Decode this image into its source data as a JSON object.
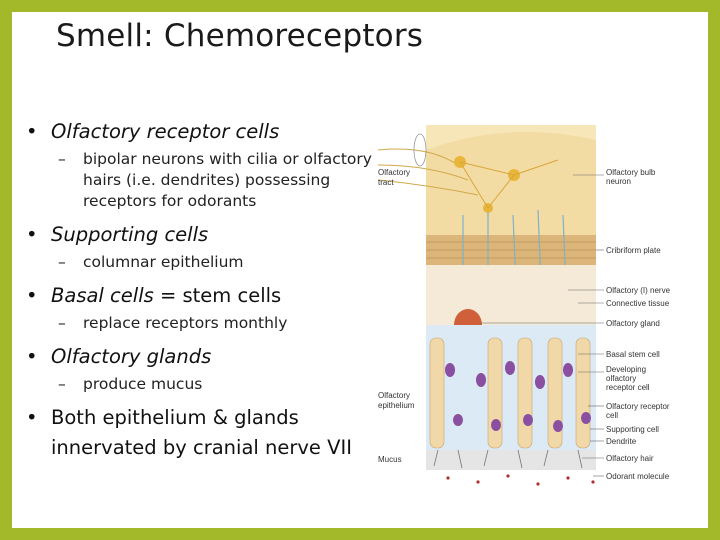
{
  "slide": {
    "title": "Smell: Chemoreceptors",
    "bullets": [
      {
        "main_em": "Olfactory receptor cells",
        "main_rest": "",
        "sub": "bipolar neurons with cilia or olfactory hairs (i.e. dendrites) possessing receptors for odorants"
      },
      {
        "main_em": "Supporting cells",
        "main_rest": "",
        "sub": "columnar epithelium"
      },
      {
        "main_em": "Basal cells",
        "main_rest": " = stem cells",
        "sub": "replace receptors monthly"
      },
      {
        "main_em": "Olfactory glands",
        "main_rest": "",
        "sub": "produce mucus"
      },
      {
        "main_em": "",
        "main_rest": "Both epithelium & glands innervated by cranial nerve VII",
        "sub": ""
      }
    ]
  },
  "figure": {
    "left_labels": {
      "tract_1": "Olfactory",
      "tract_2": "tract",
      "epi_1": "Olfactory",
      "epi_2": "epithelium",
      "mucus": "Mucus"
    },
    "right_labels": {
      "bulb_1": "Olfactory bulb",
      "bulb_2": "neuron",
      "cribriform": "Cribriform plate",
      "nerve": "Olfactory (I) nerve",
      "connective": "Connective tissue",
      "gland": "Olfactory gland",
      "basal": "Basal stem cell",
      "dev_1": "Developing",
      "dev_2": "olfactory",
      "dev_3": "receptor cell",
      "rec_1": "Olfactory receptor",
      "rec_2": "cell",
      "supporting": "Supporting cell",
      "dendrite": "Dendrite",
      "hair": "Olfactory hair",
      "odorant": "Odorant molecule"
    }
  },
  "colors": {
    "border": "#a4b92a",
    "background": "#ffffff",
    "text": "#111111"
  }
}
